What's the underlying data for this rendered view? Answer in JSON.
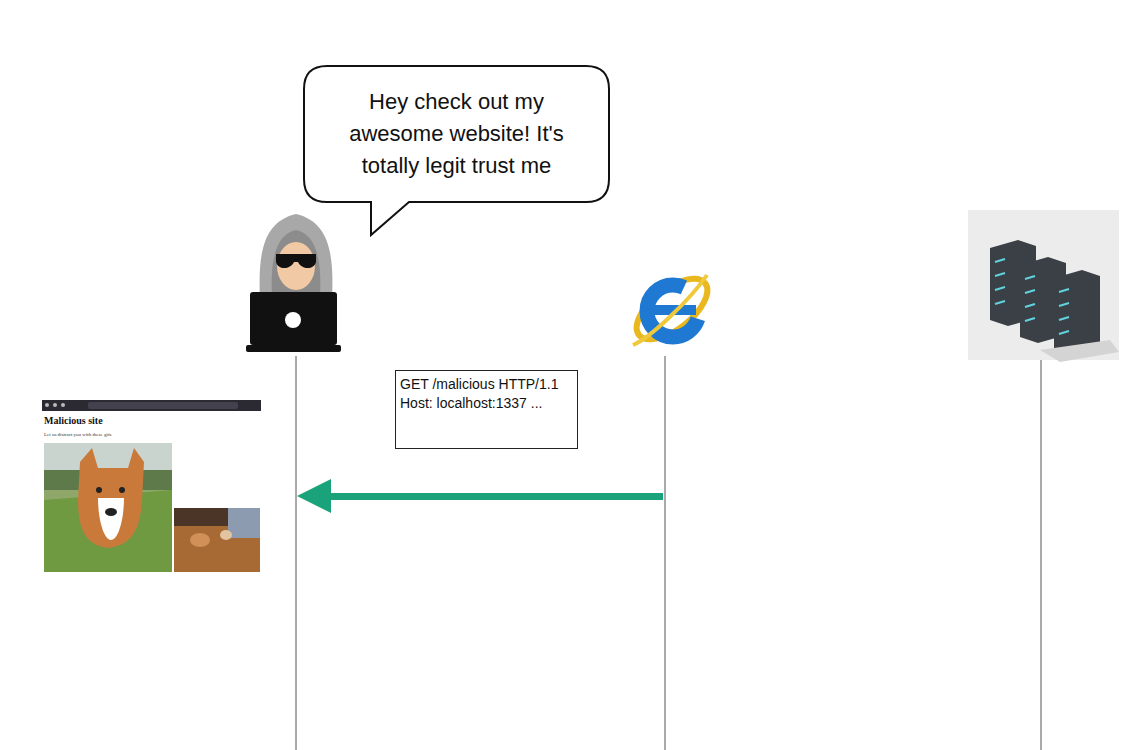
{
  "diagram": {
    "nodes": [
      {
        "text": [
          "Hey check out my awesome website! It's totally legit trust me"
        ]
      },
      {
        "text": [
          "GET /malicious HTTP/1.1 Host: localhost:1337 ..."
        ]
      }
    ],
    "labels": [
      "Malicious site",
      "Let us distract you with these gifs"
    ]
  }
}
